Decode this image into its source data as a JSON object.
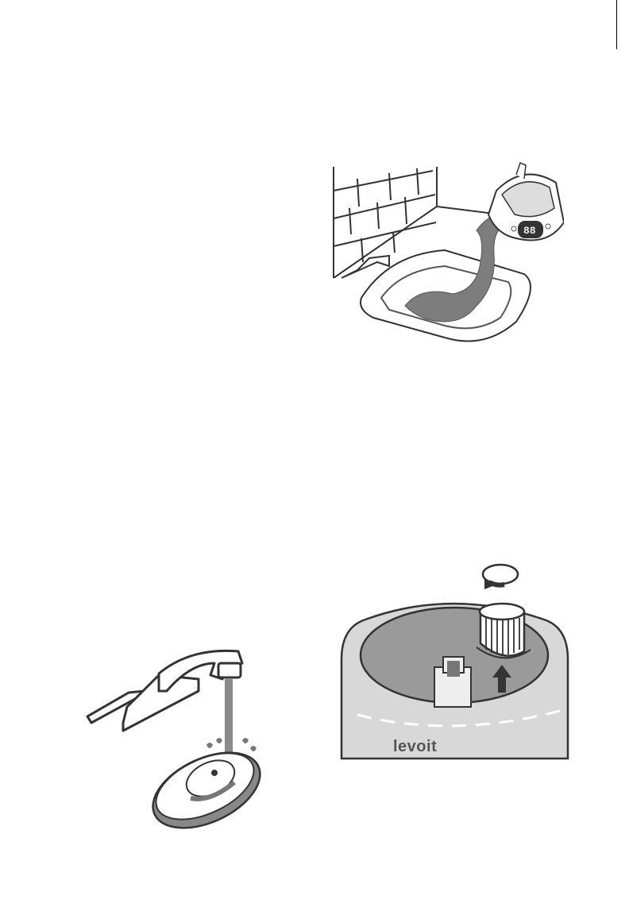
{
  "illustrations": [
    {
      "id": "pour-water",
      "icons": [
        "brick-wall-icon",
        "sink-icon",
        "faucet-icon",
        "water-tank-icon",
        "digital-display-icon"
      ]
    },
    {
      "id": "rinse-tray",
      "icons": [
        "faucet-icon",
        "water-stream-icon",
        "tray-icon",
        "water-drops-icon"
      ]
    },
    {
      "id": "remove-filter",
      "icons": [
        "rotate-arrow-icon",
        "up-arrow-icon",
        "filter-cap-icon",
        "tank-body-icon"
      ]
    }
  ],
  "tank_display": {
    "digits": "88"
  },
  "brand": {
    "logo_text": "levoit"
  },
  "colors": {
    "water": "#7d7d7d",
    "outline": "#333333",
    "tank_fill": "#d8d8d8",
    "inner_fill": "#9a9a9a"
  }
}
